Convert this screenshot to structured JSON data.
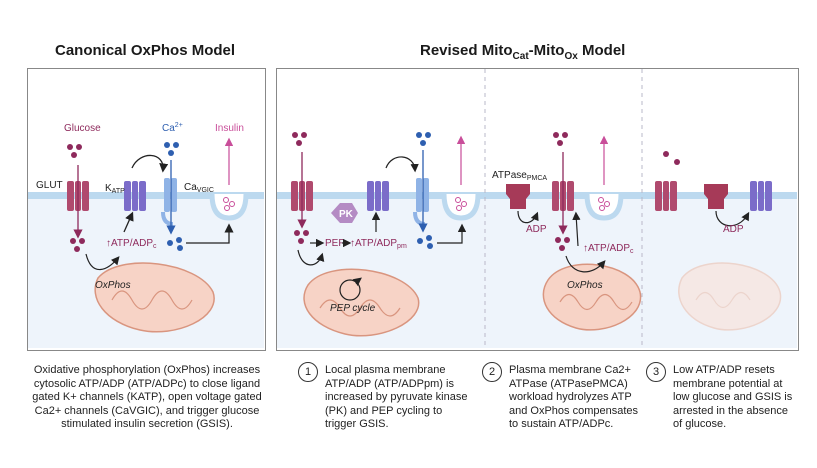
{
  "titles": {
    "left": "Canonical OxPhos Model",
    "right_prefix": "Revised Mito",
    "right_sub1": "Cat",
    "right_mid": "-Mito",
    "right_sub2": "Ox",
    "right_suffix": " Model"
  },
  "diagram_labels": {
    "glucose": "Glucose",
    "ca": "Ca",
    "ca_sup": "2+",
    "insulin": "Insulin",
    "glut": "GLUT",
    "katp": "K",
    "katp_sub": "ATP",
    "cavgic": "Ca",
    "cavgic_sub": "VGIC",
    "atp_adp_c": "↑ATP/ADP",
    "atp_adp_c_sub": "c",
    "oxphos": "OxPhos",
    "pk": "PK",
    "pep": "PEP",
    "atp_adp_pm": "↑ATP/ADP",
    "atp_adp_pm_sub": "pm",
    "pep_cycle": "PEP cycle",
    "atpase": "ATPase",
    "atpase_sub": "PMCA",
    "adp": "ADP"
  },
  "captions": {
    "left": "Oxidative phosphorylation (OxPhos) increases cytosolic ATP/ADP (ATP/ADPc) to close ligand gated K+ channels (KATP), open voltage gated Ca2+ channels (CaVGIC), and trigger glucose stimulated insulin secretion (GSIS).",
    "c1_num": "1",
    "c1": "Local plasma membrane ATP/ADP (ATP/ADPpm) is increased by pyruvate kinase (PK) and PEP cycling to trigger GSIS.",
    "c2_num": "2",
    "c2": "Plasma membrane Ca2+ ATPase (ATPasePMCA) workload hydrolyzes ATP and OxPhos compensates to sustain ATP/ADPc.",
    "c3_num": "3",
    "c3": "Low ATP/ADP resets membrane potential at low glucose and GSIS is arrested in the absence of glucose."
  },
  "colors": {
    "glucose": "#8e2a5c",
    "glut": "#b04a6e",
    "katp": "#7b6cc9",
    "ca_channel": "#8fb3e6",
    "calcium": "#2e5fb0",
    "insulin": "#c94e9a",
    "membrane": "#bcd9ef",
    "cytosol": "#eef4fb",
    "mito_fill": "#f7d3c6",
    "mito_stroke": "#d9957f",
    "pk": "#b48bc4"
  }
}
